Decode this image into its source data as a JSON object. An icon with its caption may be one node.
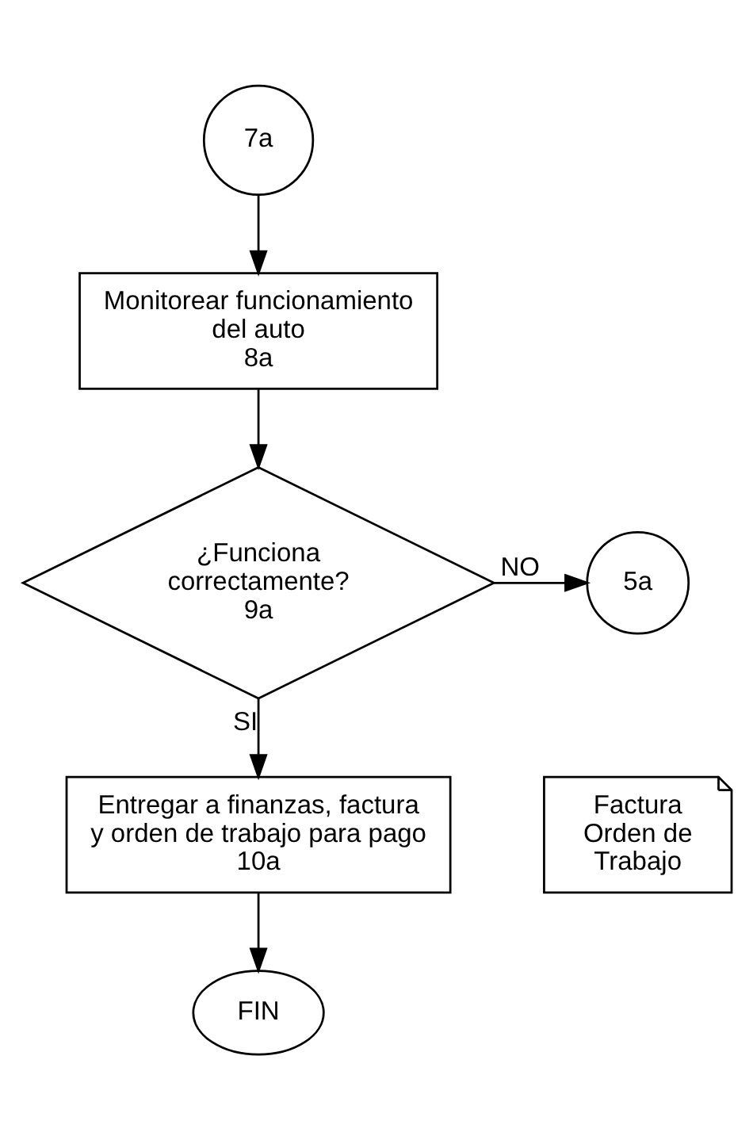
{
  "diagram": {
    "nodes": [
      {
        "text": [
          "7a"
        ]
      },
      {
        "text": [
          "Monitorear funcionamiento del auto",
          "8a"
        ]
      },
      {
        "text": [
          "¿Funciona correctamente?",
          "9a"
        ]
      },
      {
        "text": [
          "5a"
        ]
      },
      {
        "text": [
          "Entregar a finanzas, factura y orden de trabajo para pago",
          "10a"
        ]
      },
      {
        "text": [
          "Factura Orden de Trabajo"
        ]
      },
      {
        "text": [
          "FIN"
        ]
      }
    ],
    "edges": [
      {
        "from": 0,
        "to": 1,
        "arrow": "to"
      },
      {
        "from": 1,
        "to": 2,
        "arrow": "to"
      },
      {
        "from": 2,
        "to": 3,
        "arrow": "to",
        "label": "NO"
      },
      {
        "from": 2,
        "to": 4,
        "arrow": "to",
        "label": "SI"
      },
      {
        "from": 4,
        "to": 6,
        "arrow": "to"
      }
    ]
  }
}
